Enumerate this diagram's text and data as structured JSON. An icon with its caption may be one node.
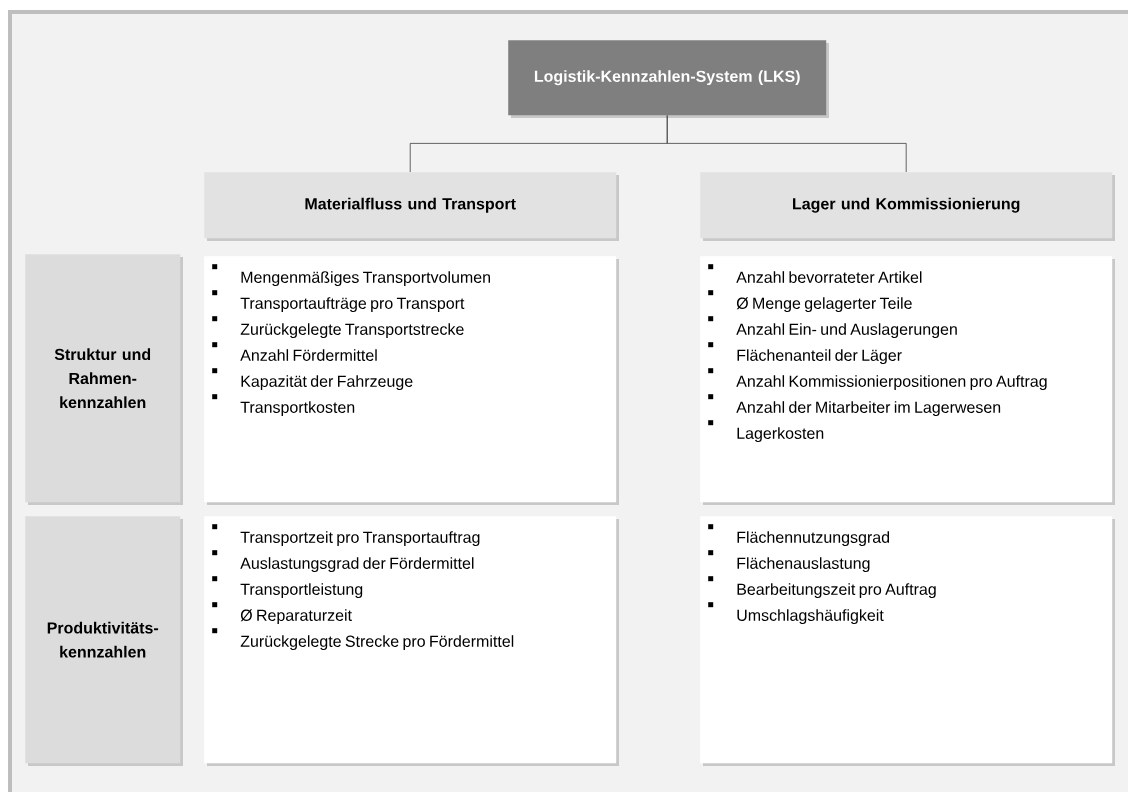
{
  "diagram": {
    "nodes": [
      {
        "text": [
          "Logistik-Kennzahlen-System (LKS)"
        ]
      },
      {
        "text": [
          "Materialfluss und Transport"
        ]
      },
      {
        "text": [
          "Lager und Kommissionierung"
        ]
      },
      {
        "text": [
          "Struktur und Rahmen-kennzahlen"
        ]
      },
      {
        "text": [
          "Produktivitäts-kennzahlen"
        ]
      },
      {
        "text": [
          "Mengenmäßiges Transportvolumen",
          "Transportaufträge pro Transport",
          "Zurückgelegte Transportstrecke",
          "Anzahl Fördermittel",
          "Kapazität der Fahrzeuge",
          "Transportkosten"
        ]
      },
      {
        "text": [
          "Anzahl bevorrateter Artikel",
          "Ø Menge gelagerter Teile",
          "Anzahl Ein- und Auslagerungen",
          "Flächenanteil der Läger",
          "Anzahl Kommissionierpositionen pro Auftrag",
          "Anzahl der Mitarbeiter im Lagerwesen",
          "Lagerkosten"
        ]
      },
      {
        "text": [
          "Transportzeit pro Transportauftrag",
          "Auslastungsgrad der Fördermittel",
          "Transportleistung",
          "Ø Reparaturzeit",
          "Zurückgelegte Strecke pro Fördermittel"
        ]
      },
      {
        "text": [
          "Flächennutzungsgrad",
          "Flächenauslastung",
          "Bearbeitungszeit pro Auftrag",
          "Umschlagshäufigkeit"
        ]
      }
    ],
    "edges": [
      {
        "from": 0,
        "to": 1,
        "arrow": "none"
      },
      {
        "from": 0,
        "to": 2,
        "arrow": "none"
      }
    ]
  }
}
